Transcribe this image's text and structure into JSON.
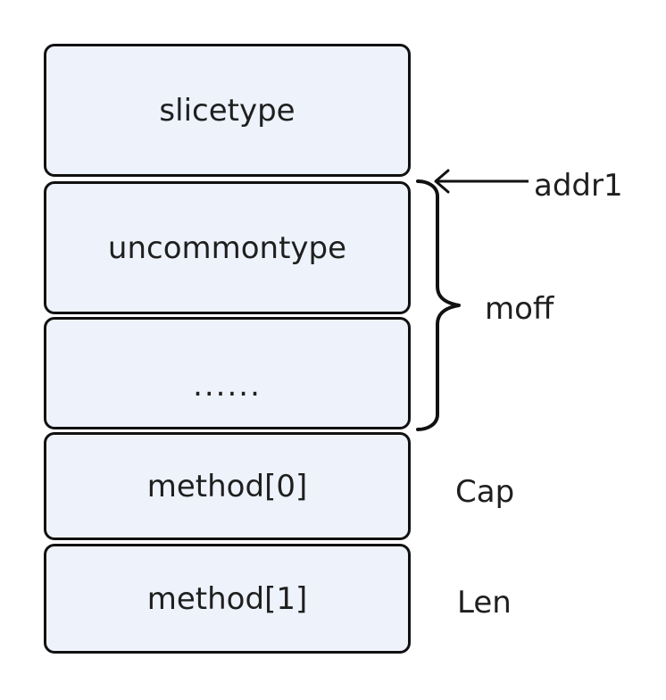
{
  "boxes": [
    {
      "label": "slicetype"
    },
    {
      "label": "uncommontype"
    },
    {
      "label": "......"
    },
    {
      "label": "method[0]"
    },
    {
      "label": "method[1]"
    }
  ],
  "annotations": {
    "addr1": "addr1",
    "moff": "moff",
    "cap": "Cap",
    "len": "Len"
  },
  "colors": {
    "box_fill": "#eef2fb",
    "stroke": "#111111",
    "text": "#1f1f1f"
  }
}
